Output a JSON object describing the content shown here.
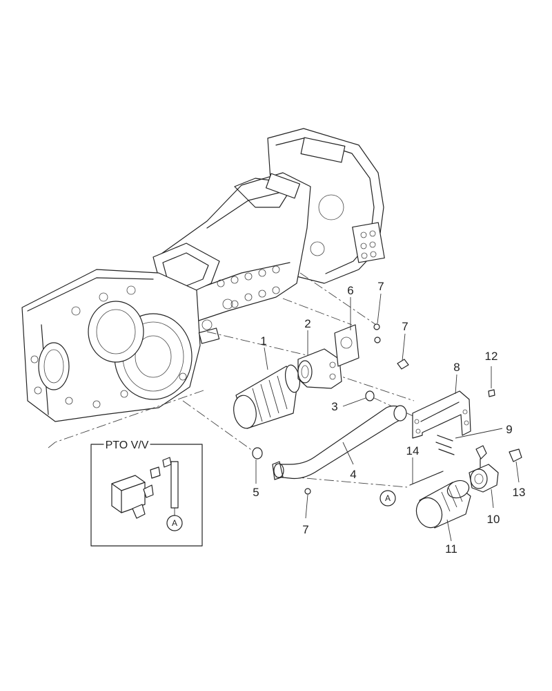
{
  "callouts": {
    "c1": "1",
    "c2": "2",
    "c3": "3",
    "c4": "4",
    "c5": "5",
    "c6": "6",
    "c7a": "7",
    "c7b": "7",
    "c7c": "7",
    "c8": "8",
    "c9": "9",
    "c10": "10",
    "c11": "11",
    "c12": "12",
    "c13": "13",
    "c14": "14"
  },
  "inset": {
    "title": "PTO V/V",
    "connector_letter": "A"
  },
  "connector_marker": "A"
}
